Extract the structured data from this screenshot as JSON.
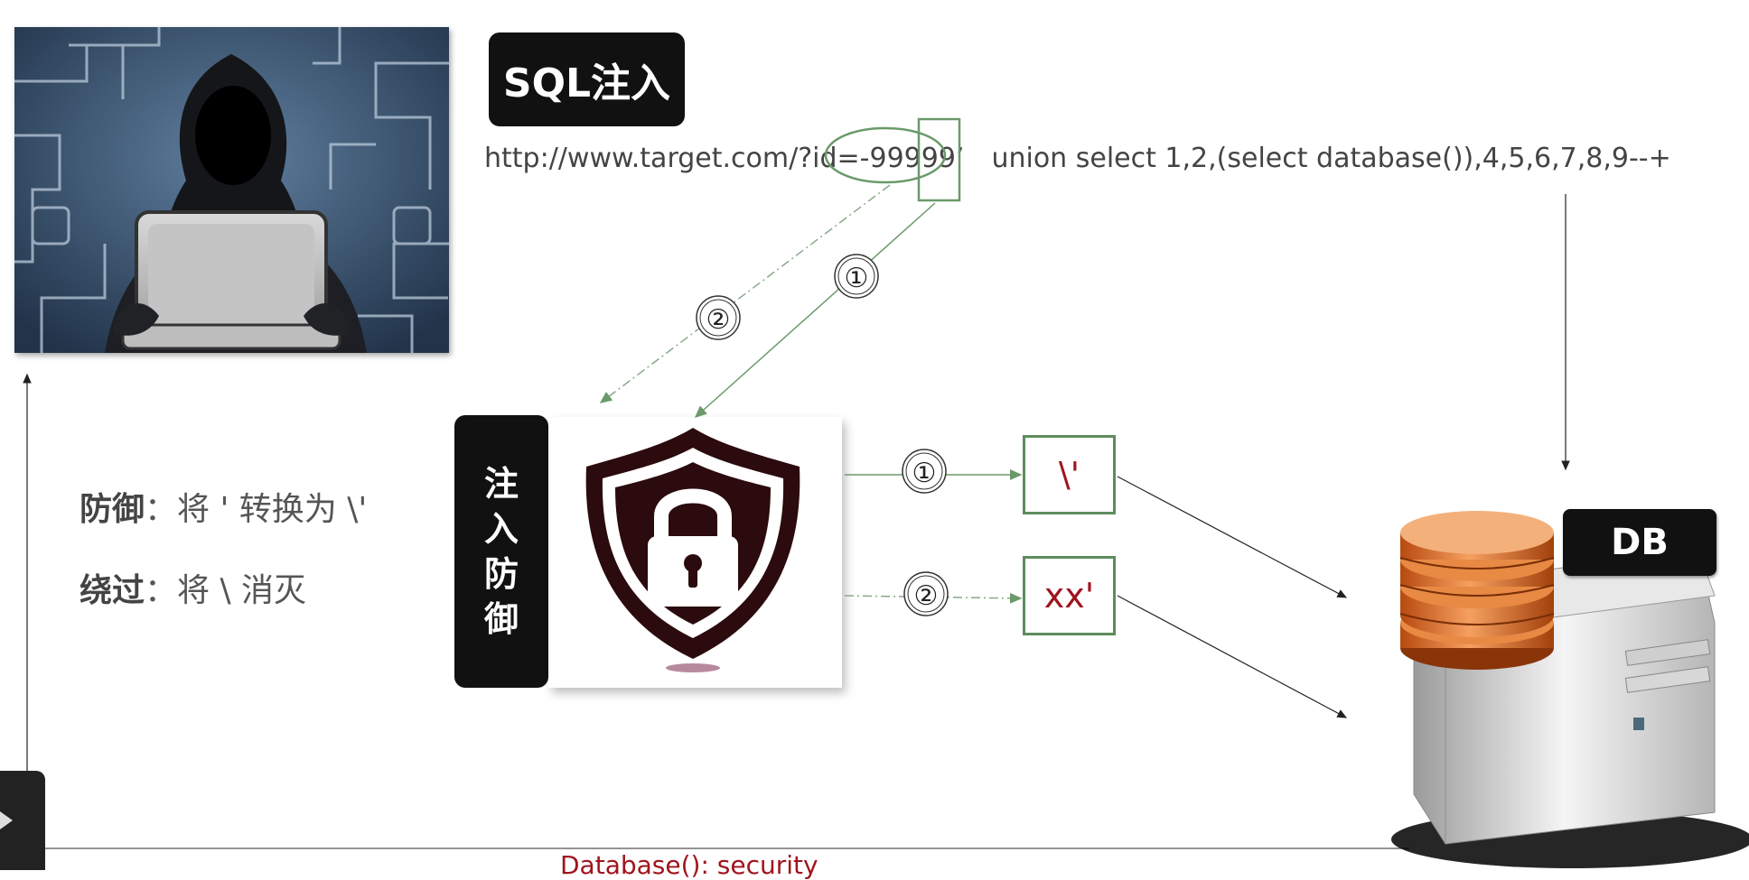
{
  "title": "SQL注入",
  "url": {
    "head": "http://www.target.com/?id=-99999’",
    "tail": "union select 1,2,(select database()),4,5,6,7,8,9--+"
  },
  "defense_label": [
    "注",
    "入",
    "防",
    "御"
  ],
  "flow": {
    "path1_marker": "①",
    "path2_marker": "②",
    "result_1": "\\'",
    "result_2": "xx'"
  },
  "notes": {
    "defense_key": "防御",
    "defense_text": "：将 ' 转换为 \\'",
    "bypass_key": "绕过",
    "bypass_text": "：将 \\ 消灭"
  },
  "db_label": "DB",
  "db_result": "Database(): security",
  "colors": {
    "accent_green": "#5e8c5e",
    "result_red": "#a0141e",
    "label_black": "#111111"
  },
  "icons": [
    "hacker-image",
    "shield-lock-icon",
    "database-server-icon",
    "play-icon"
  ]
}
